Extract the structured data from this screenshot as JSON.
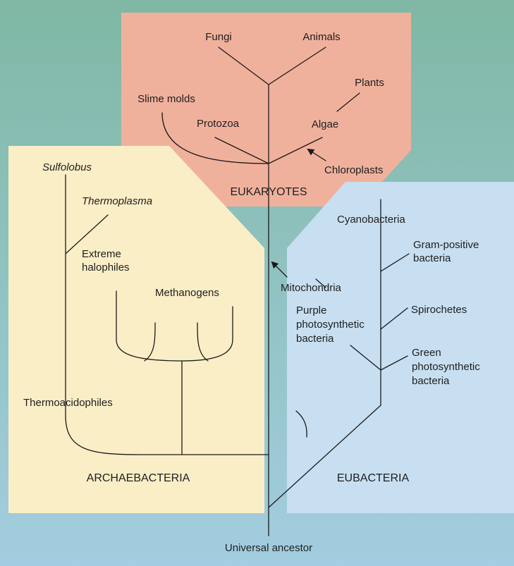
{
  "colors": {
    "bg_top": "#7fb8a4",
    "bg_bottom": "#a3cde0",
    "eukaryotes": "#f0b19c",
    "archaebacteria": "#faeec7",
    "eubacteria": "#c7dff1",
    "ink": "#1a1a1a"
  },
  "domains": {
    "eukaryotes": "EUKARYOTES",
    "archaebacteria": "ARCHAEBACTERIA",
    "eubacteria": "EUBACTERIA"
  },
  "root": "Universal ancestor",
  "eukaryotes": {
    "fungi": "Fungi",
    "animals": "Animals",
    "plants": "Plants",
    "slime_molds": "Slime molds",
    "protozoa": "Protozoa",
    "algae": "Algae"
  },
  "archaebacteria": {
    "sulfolobus": "Sulfolobus",
    "thermoplasma": "Thermoplasma",
    "extreme_halophiles": [
      "Extreme",
      "halophiles"
    ],
    "methanogens": "Methanogens",
    "thermoacidophiles": "Thermoacidophiles"
  },
  "eubacteria": {
    "chloroplasts": "Chloroplasts",
    "cyanobacteria": "Cyanobacteria",
    "gram_positive": [
      "Gram-positive",
      "bacteria"
    ],
    "mitochondria": "Mitochondria",
    "purple": [
      "Purple",
      "photosynthetic",
      "bacteria"
    ],
    "spirochetes": "Spirochetes",
    "green": [
      "Green",
      "photosynthetic",
      "bacteria"
    ]
  },
  "icons": {
    "chloroplast_arrow": "arrow-icon",
    "mitochondria_arrow": "arrow-icon"
  }
}
